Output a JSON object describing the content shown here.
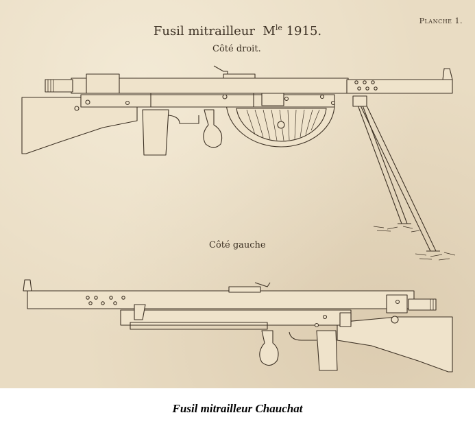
{
  "plate": {
    "title_main": "Fusil mitrailleur",
    "title_model": "M",
    "title_model_sup": "le",
    "title_year": "1915.",
    "plate_number": "Planche 1.",
    "right_side_label": "Côté droit.",
    "left_side_label": "Côté gauche"
  },
  "caption": "Fusil mitrailleur Chauchat",
  "colors": {
    "paper": "#e9dcc3",
    "ink": "#3d3124"
  }
}
